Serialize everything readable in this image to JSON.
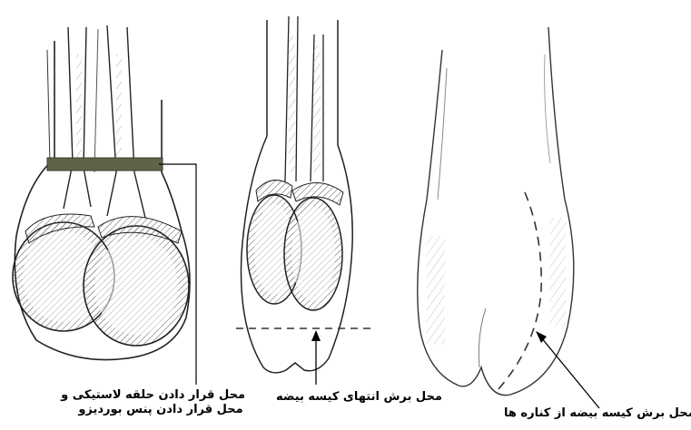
{
  "labels": {
    "ring_placement_line1": "محل قرار دادن حلقه لاستیکی و",
    "ring_placement_line2": "محل قرار دادن پنس بوردیزو",
    "tip_cut": "محل برش انتهای کیسه بیضه",
    "side_cut": "محل برش کیسه بیضه از کناره ها"
  }
}
